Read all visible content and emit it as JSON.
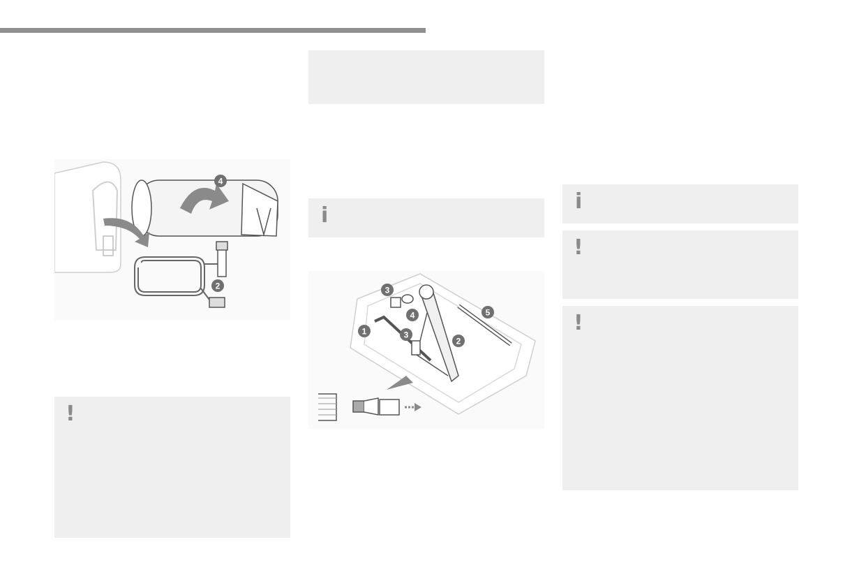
{
  "icons": {
    "info": "i",
    "warning": "!"
  },
  "figure_compressor": {
    "callouts": [
      "4",
      "2"
    ]
  },
  "figure_toolkit": {
    "callouts": [
      "3",
      "4",
      "3",
      "1",
      "2",
      "5"
    ]
  },
  "colors": {
    "header_bar": "#8f8f8f",
    "box_background": "#efefef",
    "icon": "#8a8a8a",
    "callout_badge": "#707070"
  }
}
